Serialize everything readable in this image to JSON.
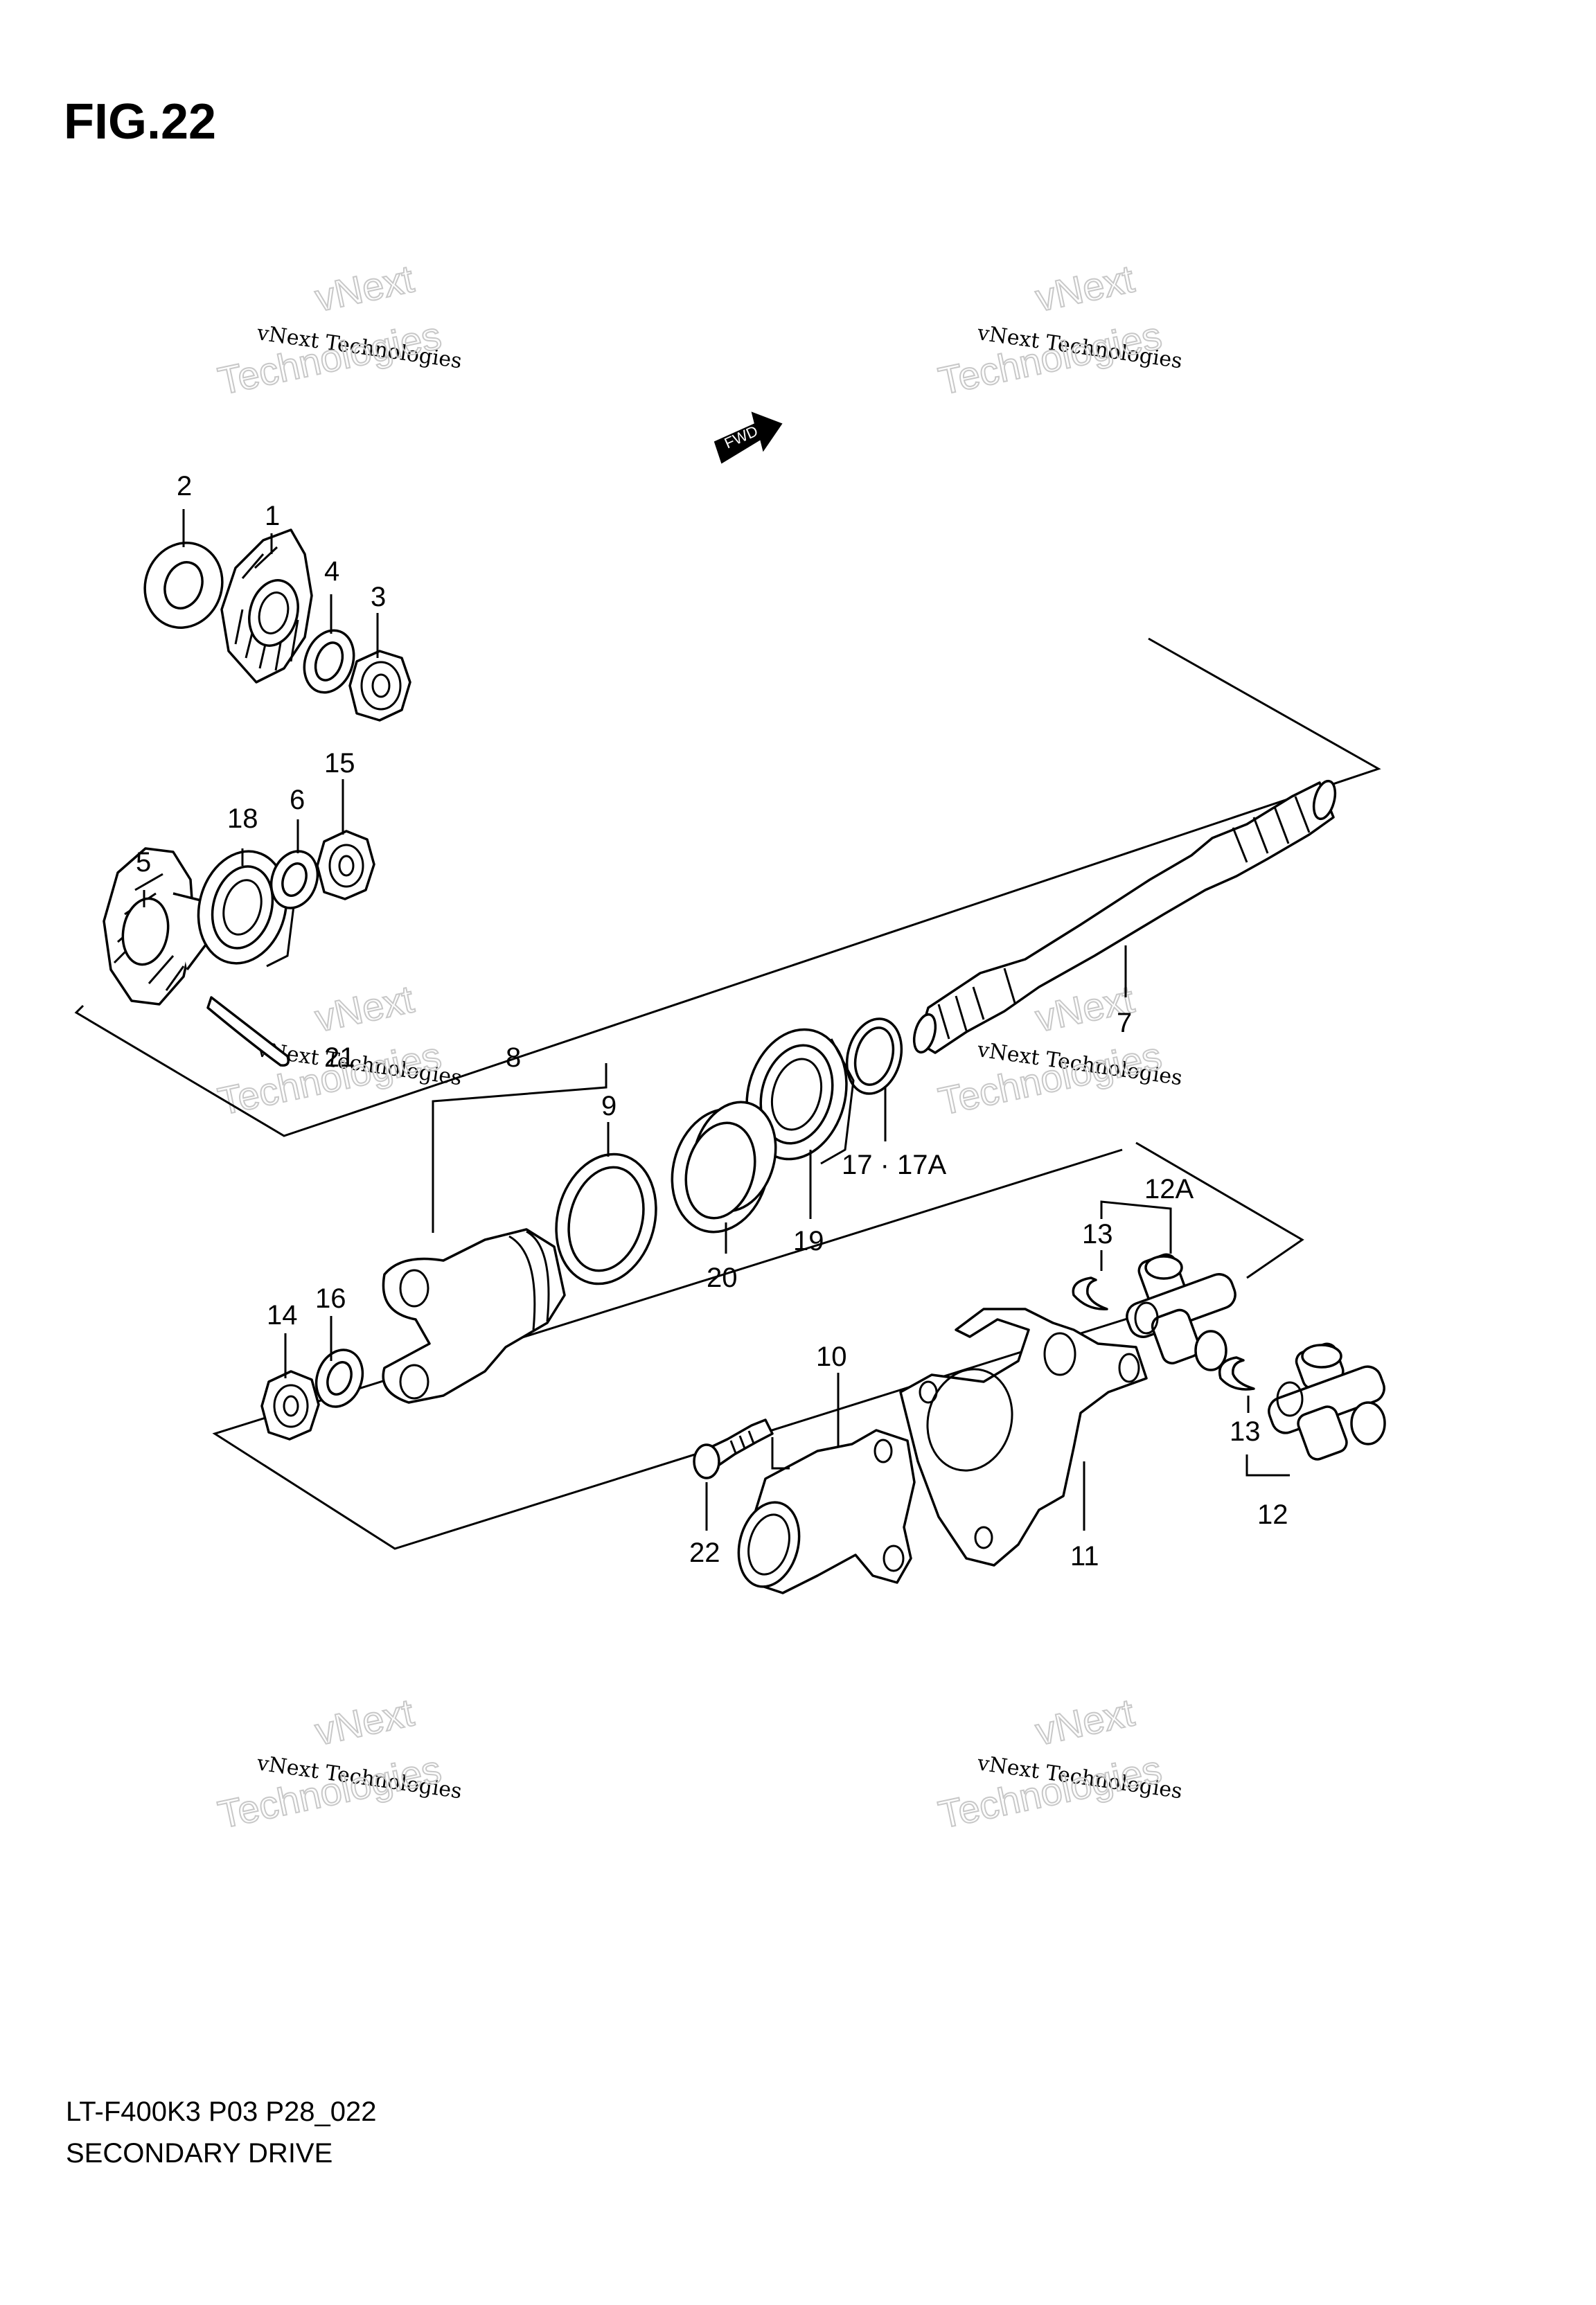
{
  "figure": {
    "title": "FIG.22"
  },
  "fwd_label": "FWD",
  "watermark": {
    "line1": "vNext",
    "line2": "vNext Technologies",
    "line3": "Technologies"
  },
  "footer": {
    "model_code": "LT-F400K3 P03 P28_022",
    "section_name": "SECONDARY DRIVE"
  },
  "callouts": {
    "c1": "1",
    "c2": "2",
    "c3": "3",
    "c4": "4",
    "c5": "5",
    "c6": "6",
    "c7": "7",
    "c8": "8",
    "c9": "9",
    "c10": "10",
    "c11": "11",
    "c12": "12",
    "c12a": "12A",
    "c13a": "13",
    "c13b": "13",
    "c14": "14",
    "c15": "15",
    "c16": "16",
    "c17": "17 · 17A",
    "c18": "18",
    "c19": "19",
    "c20": "20",
    "c21": "21",
    "c22": "22"
  }
}
